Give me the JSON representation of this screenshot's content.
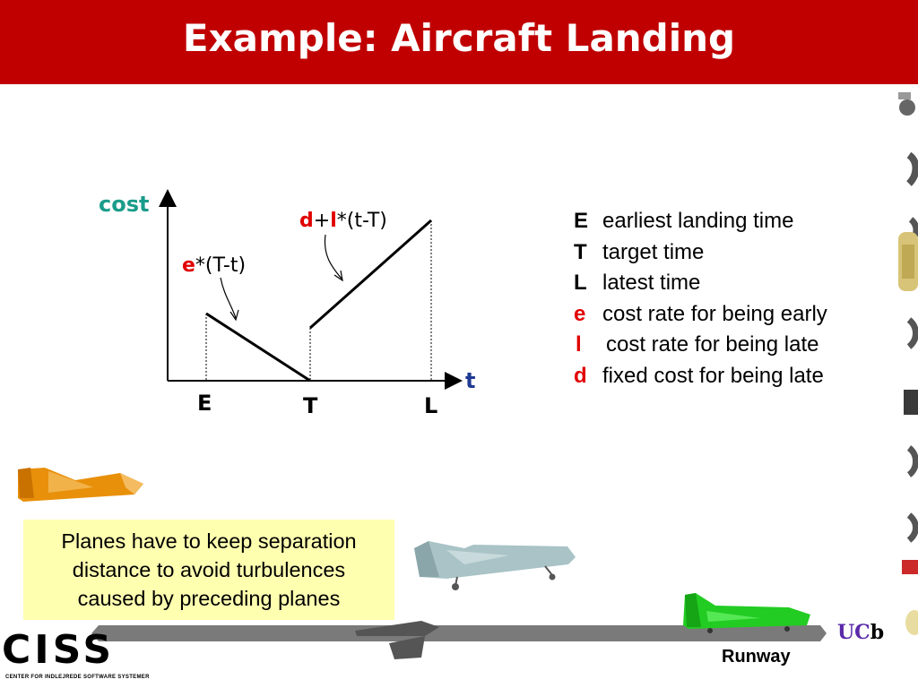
{
  "slide": {
    "title": "Example: Aircraft Landing"
  },
  "chart_data": {
    "type": "line",
    "ylabel": "cost",
    "xlabel": "t",
    "ticks": [
      "E",
      "T",
      "L"
    ],
    "annotations": {
      "early_var": "e",
      "early_rest": "*(T-t)",
      "late_fixed": "d",
      "late_plus": "+",
      "late_var": "l",
      "late_rest": "*(t-T)"
    }
  },
  "legend": [
    {
      "symbol": "E",
      "text": "earliest landing time",
      "color": "#000000"
    },
    {
      "symbol": "T",
      "text": "target time",
      "color": "#000000"
    },
    {
      "symbol": "L",
      "text": "latest time",
      "color": "#000000"
    },
    {
      "symbol": "e",
      "text": "cost rate for being early",
      "color": "#e00000"
    },
    {
      "symbol": "l",
      "text": "cost rate for being late",
      "color": "#e00000"
    },
    {
      "symbol": "d",
      "text": "fixed cost for being late",
      "color": "#e00000"
    }
  ],
  "note": {
    "line1": "Planes have to keep separation",
    "line2": "distance to avoid turbulences",
    "line3": "caused  by  preceding planes"
  },
  "footer": {
    "runway": "Runway",
    "uc": "UC",
    "b": "b",
    "ciss": "CISS",
    "ciss_sub": "CENTER FOR INDLEJREDE SOFTWARE SYSTEMER"
  },
  "colors": {
    "title_bar": "#c00000",
    "accent_teal": "#1a9c8a",
    "accent_navy": "#1f3a93",
    "emphasis_red": "#e00000",
    "note_bg": "#ffffb0",
    "plane_orange": "#e8900a",
    "plane_silver": "#a9c3c6",
    "plane_green": "#22cc22"
  },
  "icons": [
    "orange-plane-icon",
    "silver-plane-icon",
    "green-plane-icon",
    "ucb-logo",
    "ciss-logo"
  ]
}
